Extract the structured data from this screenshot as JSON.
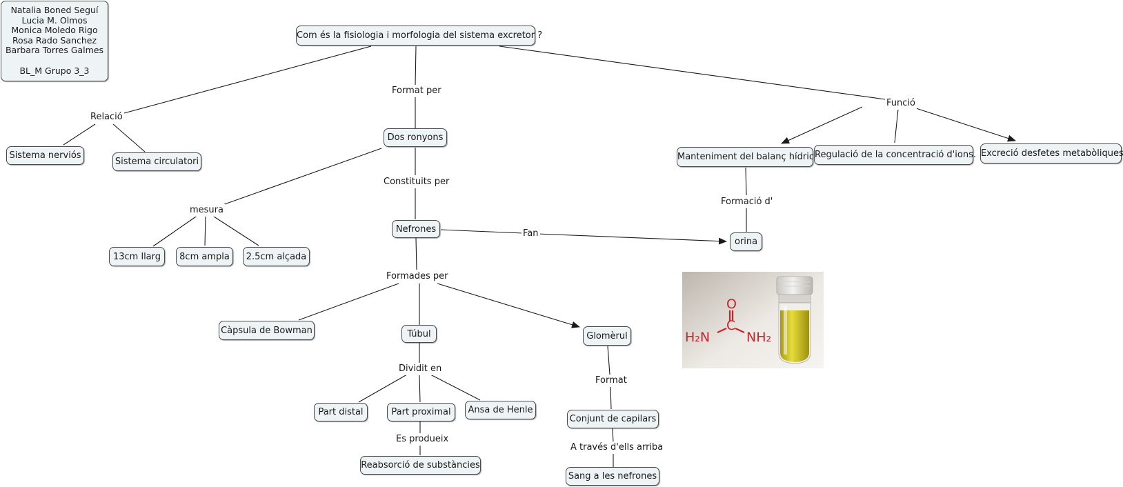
{
  "authors": [
    "Natalia Boned Seguí",
    "Lucia M. Olmos",
    "Monica Moledo Rigo",
    "Rosa Rado Sanchez",
    "Barbara Torres Galmes",
    "",
    "BL_M Grupo 3_3"
  ],
  "nodes": {
    "root": "Com és la fisiologia i morfologia del sistema excretor ?",
    "sistema_nervios": "Sistema nerviós",
    "sistema_circulatori": "Sistema circulatori",
    "dos_ronyons": "Dos ronyons",
    "nefrones": "Nefrones",
    "mida_llarg": "13cm llarg",
    "mida_ampla": "8cm ampla",
    "mida_alcada": "2.5cm alçada",
    "capsula_bowman": "Càpsula de Bowman",
    "tubul": "Túbul",
    "glomerul": "Glomèrul",
    "part_distal": "Part distal",
    "part_proximal": "Part proximal",
    "ansa_henle": "Ansa de Henle",
    "reabsorcio": "Reabsorció de substàncies",
    "conjunt_capilars": "Conjunt de capilars",
    "sang_nefrones": "Sang a les nefrones",
    "balanc_hidric": "Manteniment del balanç hídric",
    "regulacio_ions": "Regulació de la concentració d'ions.",
    "excrecio": "Excreció desfetes metabòliques",
    "orina": "orina"
  },
  "links": {
    "relacio": "Relació",
    "format_per": "Format per",
    "funcio": "Funció",
    "constituits_per": "Constituits per",
    "mesura": "mesura",
    "fan": "Fan",
    "formades_per": "Formades per",
    "dividit_en": "Dividit en",
    "es_produeix": "Es produeix",
    "format": "Format",
    "a_traves": "A través d'ells arriba",
    "formacio_d": "Formació d'"
  },
  "image": {
    "urea_formula": {
      "O": "O",
      "C": "C",
      "H2N": "H₂N",
      "NH2": "NH₂"
    }
  },
  "colors": {
    "node_fill": "#eef3f6",
    "node_border": "#4a4a4a",
    "line": "#1a1a1a",
    "urea_red": "#c8252a",
    "urine_yellow": "#d9c81e"
  }
}
